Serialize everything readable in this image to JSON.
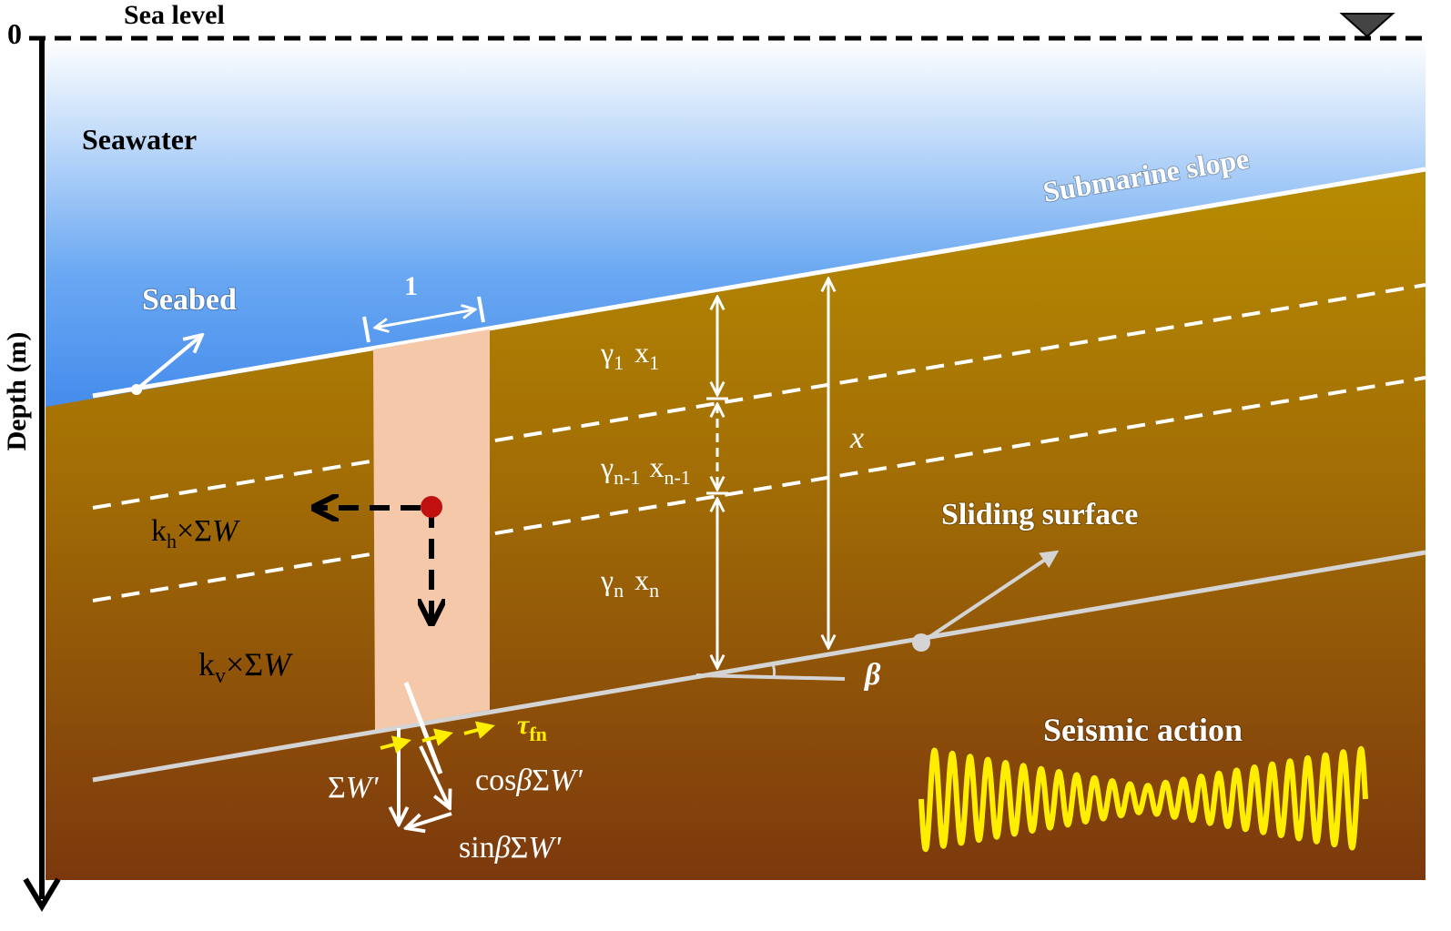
{
  "labels": {
    "sea_level": "Sea level",
    "zero": "0",
    "depth_axis": "Depth (m)",
    "seawater": "Seawater",
    "submarine_slope": "Submarine slope",
    "seabed": "Seabed",
    "unit_width": "1",
    "layer1": {
      "gamma": "γ",
      "gamma_sub": "1",
      "x": "x",
      "x_sub": "1"
    },
    "layer_n1": {
      "gamma": "γ",
      "gamma_sub": "n-1",
      "x": "x",
      "x_sub": "n-1"
    },
    "layer_n": {
      "gamma": "γ",
      "gamma_sub": "n",
      "x": "x",
      "x_sub": "n"
    },
    "total_depth": "x",
    "kh": {
      "k": "k",
      "sub": "h",
      "rest": "×Σ",
      "w": "W"
    },
    "kv": {
      "k": "k",
      "sub": "v",
      "rest": "×Σ",
      "w": "W"
    },
    "sliding_surface": "Sliding surface",
    "beta": "β",
    "tau": {
      "main": "τ",
      "sub": "fn"
    },
    "sum_w": {
      "sigma": "Σ",
      "w": "W'"
    },
    "cos": {
      "pre": "cos",
      "beta": "β",
      "sigma": "Σ",
      "w": "W'"
    },
    "sin": {
      "pre": "sin",
      "beta": "β",
      "sigma": "Σ",
      "w": "W'"
    },
    "seismic_action": "Seismic action"
  },
  "colors": {
    "sky_top": "#ffffff",
    "water_mid": "#2a78e8",
    "water_deep": "#123a74",
    "soil_top": "#b58a02",
    "soil_bottom": "#7e3a0c",
    "slice": "#f5c8aa",
    "sliding_line": "#d4d4d4",
    "seismic": "#ffee00",
    "tau": "#ffee00",
    "mass_point": "#c01010"
  }
}
